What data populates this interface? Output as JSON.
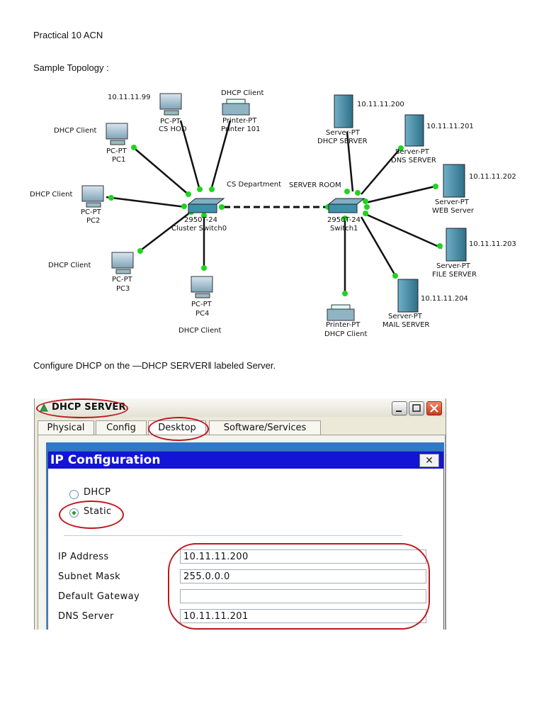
{
  "heading": "Practical 10  ACN",
  "topology_caption": "Sample Topology :",
  "instruction": "Configure DHCP on the —DHCP SERVER‖ labeled Server.",
  "topology": {
    "pc0": {
      "ip": "10.11.11.99",
      "type": "PC-PT",
      "name": "CS HOD"
    },
    "pc1": {
      "label": "DHCP Client",
      "type": "PC-PT",
      "name": "PC1"
    },
    "pc2": {
      "label": "DHCP Client",
      "type": "PC-PT",
      "name": "PC2"
    },
    "pc3": {
      "label": "DHCP Client",
      "type": "PC-PT",
      "name": "PC3"
    },
    "pc4": {
      "label": "DHCP Client",
      "type": "PC-PT",
      "name": "PC4"
    },
    "printer1": {
      "label": "DHCP Client",
      "type": "Printer-PT",
      "name": "Printer 101"
    },
    "printer2": {
      "label": "DHCP Client",
      "type": "Printer-PT"
    },
    "switch0": {
      "model": "2950T-24",
      "name": "Cluster Switch0"
    },
    "switch1": {
      "model": "2950T-24",
      "name": "Switch1"
    },
    "cs_department": "CS Department",
    "server_room": "SERVER ROOM",
    "servers": [
      {
        "ip": "10.11.11.200",
        "type": "Server-PT",
        "name": "DHCP SERVER"
      },
      {
        "ip": "10.11.11.201",
        "type": "Server-PT",
        "name": "DNS SERVER"
      },
      {
        "ip": "10.11.11.202",
        "type": "Server-PT",
        "name": "WEB Server"
      },
      {
        "ip": "10.11.11.203",
        "type": "Server-PT",
        "name": "FILE SERVER"
      },
      {
        "ip": "10.11.11.204",
        "type": "Server-PT",
        "name": "MAIL SERVER"
      }
    ]
  },
  "window": {
    "title": "DHCP SERVER",
    "tabs": [
      "Physical",
      "Config",
      "Desktop",
      "Software/Services"
    ],
    "active_tab": "Desktop",
    "ip_configuration": {
      "title": "IP Configuration",
      "close": "✕",
      "modes": [
        "DHCP",
        "Static"
      ],
      "selected_mode": "Static",
      "fields": {
        "ip_address": {
          "label": "IP Address",
          "value": "10.11.11.200"
        },
        "subnet_mask": {
          "label": "Subnet Mask",
          "value": "255.0.0.0"
        },
        "default_gateway": {
          "label": "Default Gateway",
          "value": ""
        },
        "dns_server": {
          "label": "DNS Server",
          "value": "10.11.11.201"
        }
      }
    }
  },
  "colors": {
    "link_dot": "#1fd41f",
    "annotation_ring": "#c0161e",
    "title_bar": "#1414d6",
    "device": "#3f8fa8"
  }
}
